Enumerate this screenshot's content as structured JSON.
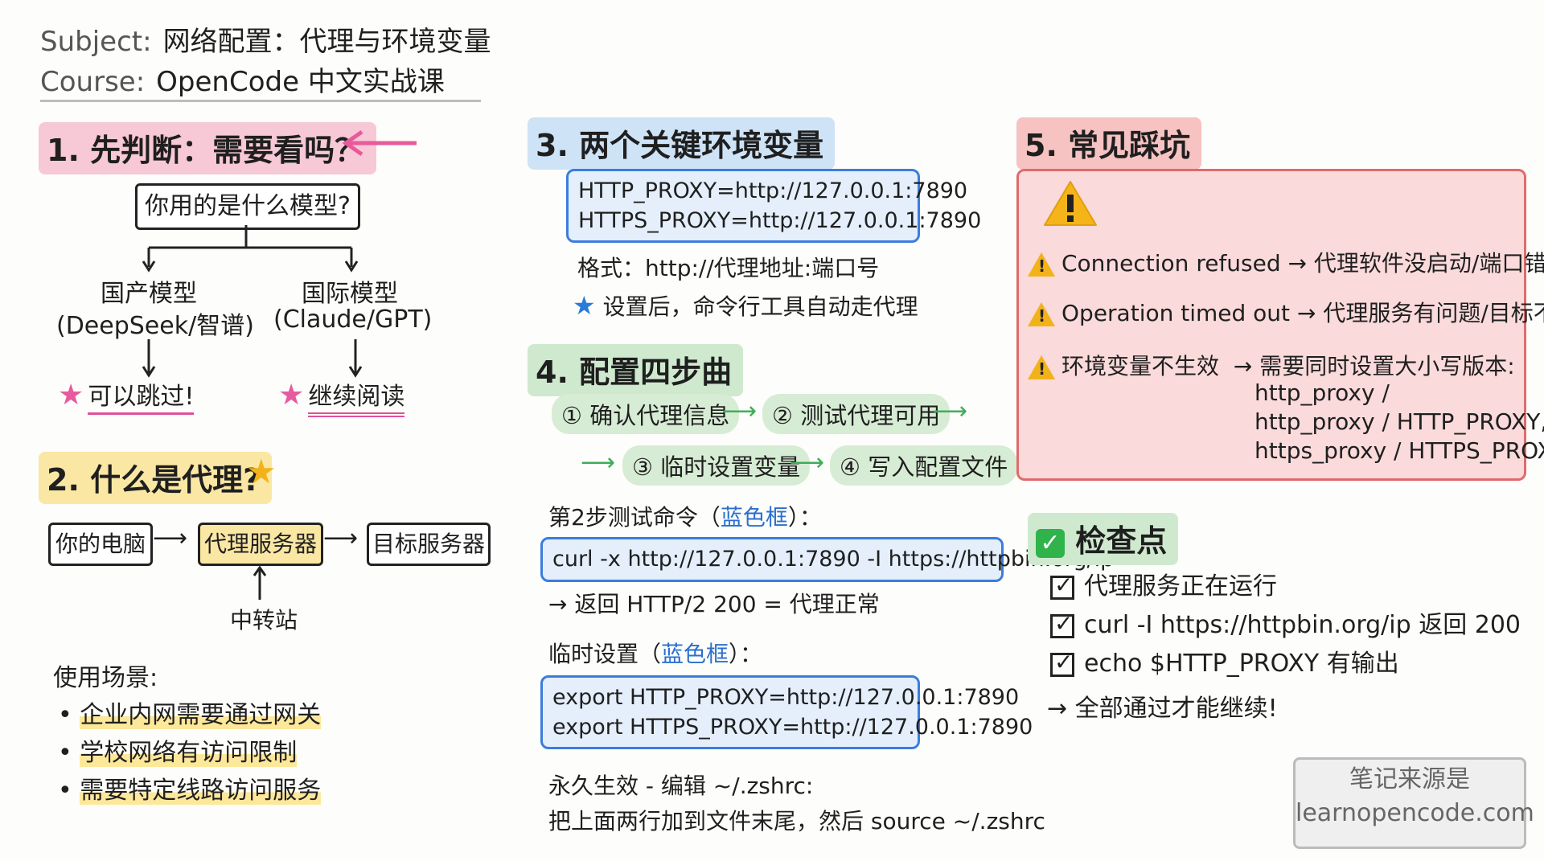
{
  "header": {
    "subject_label": "Subject:",
    "subject": "网络配置：代理与环境变量",
    "course_label": "Course:",
    "course": "OpenCode 中文实战课"
  },
  "sec1": {
    "title": "1. 先判断：需要看吗？",
    "question": "你用的是什么模型?",
    "left_line1": "国产模型",
    "left_line2": "(DeepSeek/智谱)",
    "right_line1": "国际模型",
    "right_line2": "(Claude/GPT)",
    "left_result": "可以跳过!",
    "right_result": "继续阅读"
  },
  "sec2": {
    "title": "2. 什么是代理?",
    "node1": "你的电脑",
    "node2": "代理服务器",
    "node3": "目标服务器",
    "relay": "中转站",
    "scenarios_title": "使用场景:",
    "scenarios": [
      "企业内网需要通过网关",
      "学校网络有访问限制",
      "需要特定线路访问服务"
    ]
  },
  "sec3": {
    "title": "3. 两个关键环境变量",
    "code_line1": "HTTP_PROXY=http://127.0.0.1:7890",
    "code_line2": "HTTPS_PROXY=http://127.0.0.1:7890",
    "format": "格式：http://代理地址:端口号",
    "note": "设置后，命令行工具自动走代理"
  },
  "sec4": {
    "title": "4. 配置四步曲",
    "steps": [
      "① 确认代理信息",
      "② 测试代理可用",
      "③ 临时设置变量",
      "④ 写入配置文件"
    ],
    "test_label_pre": "第2步测试命令（",
    "blue_box": "蓝色框",
    "label_post": "）：",
    "test_cmd": "curl -x http://127.0.0.1:7890 -I https://httpbin.org/ip",
    "test_result": "→ 返回 HTTP/2 200 = 代理正常",
    "temp_label_pre": "临时设置（",
    "export1": "export HTTP_PROXY=http://127.0.0.1:7890",
    "export2": "export HTTPS_PROXY=http://127.0.0.1:7890",
    "perm_line1": "永久生效 - 编辑 ~/.zshrc:",
    "perm_line2": "把上面两行加到文件末尾，然后 source ~/.zshrc"
  },
  "sec5": {
    "title": "5. 常见踩坑",
    "items": [
      {
        "cause": "Connection refused",
        "effect": "→ 代理软件没启动/端口错误"
      },
      {
        "cause": "Operation timed out",
        "effect": "→ 代理服务有问题/目标不可达"
      },
      {
        "cause": "环境变量不生效",
        "effect": "→ 需要同时设置大小写版本:"
      }
    ],
    "extra_lines": [
      "http_proxy /",
      "http_proxy / HTTP_PROXY,",
      "https_proxy / HTTPS_PROXY"
    ]
  },
  "checks": {
    "title": "检查点",
    "items": [
      "代理服务正在运行",
      "curl -I https://httpbin.org/ip 返回 200",
      "echo $HTTP_PROXY 有输出"
    ],
    "final": "→ 全部通过才能继续!"
  },
  "source": {
    "line1": "笔记来源是",
    "line2": "learnopencode.com"
  },
  "colors": {
    "pink_highlight": "#f7c8d6",
    "yellow_highlight": "#fbe7a4",
    "blue_highlight": "#cfe3f7",
    "green_highlight": "#cfe9cf",
    "red_panel": "#fadada",
    "code_border": "#3b7ddd"
  }
}
